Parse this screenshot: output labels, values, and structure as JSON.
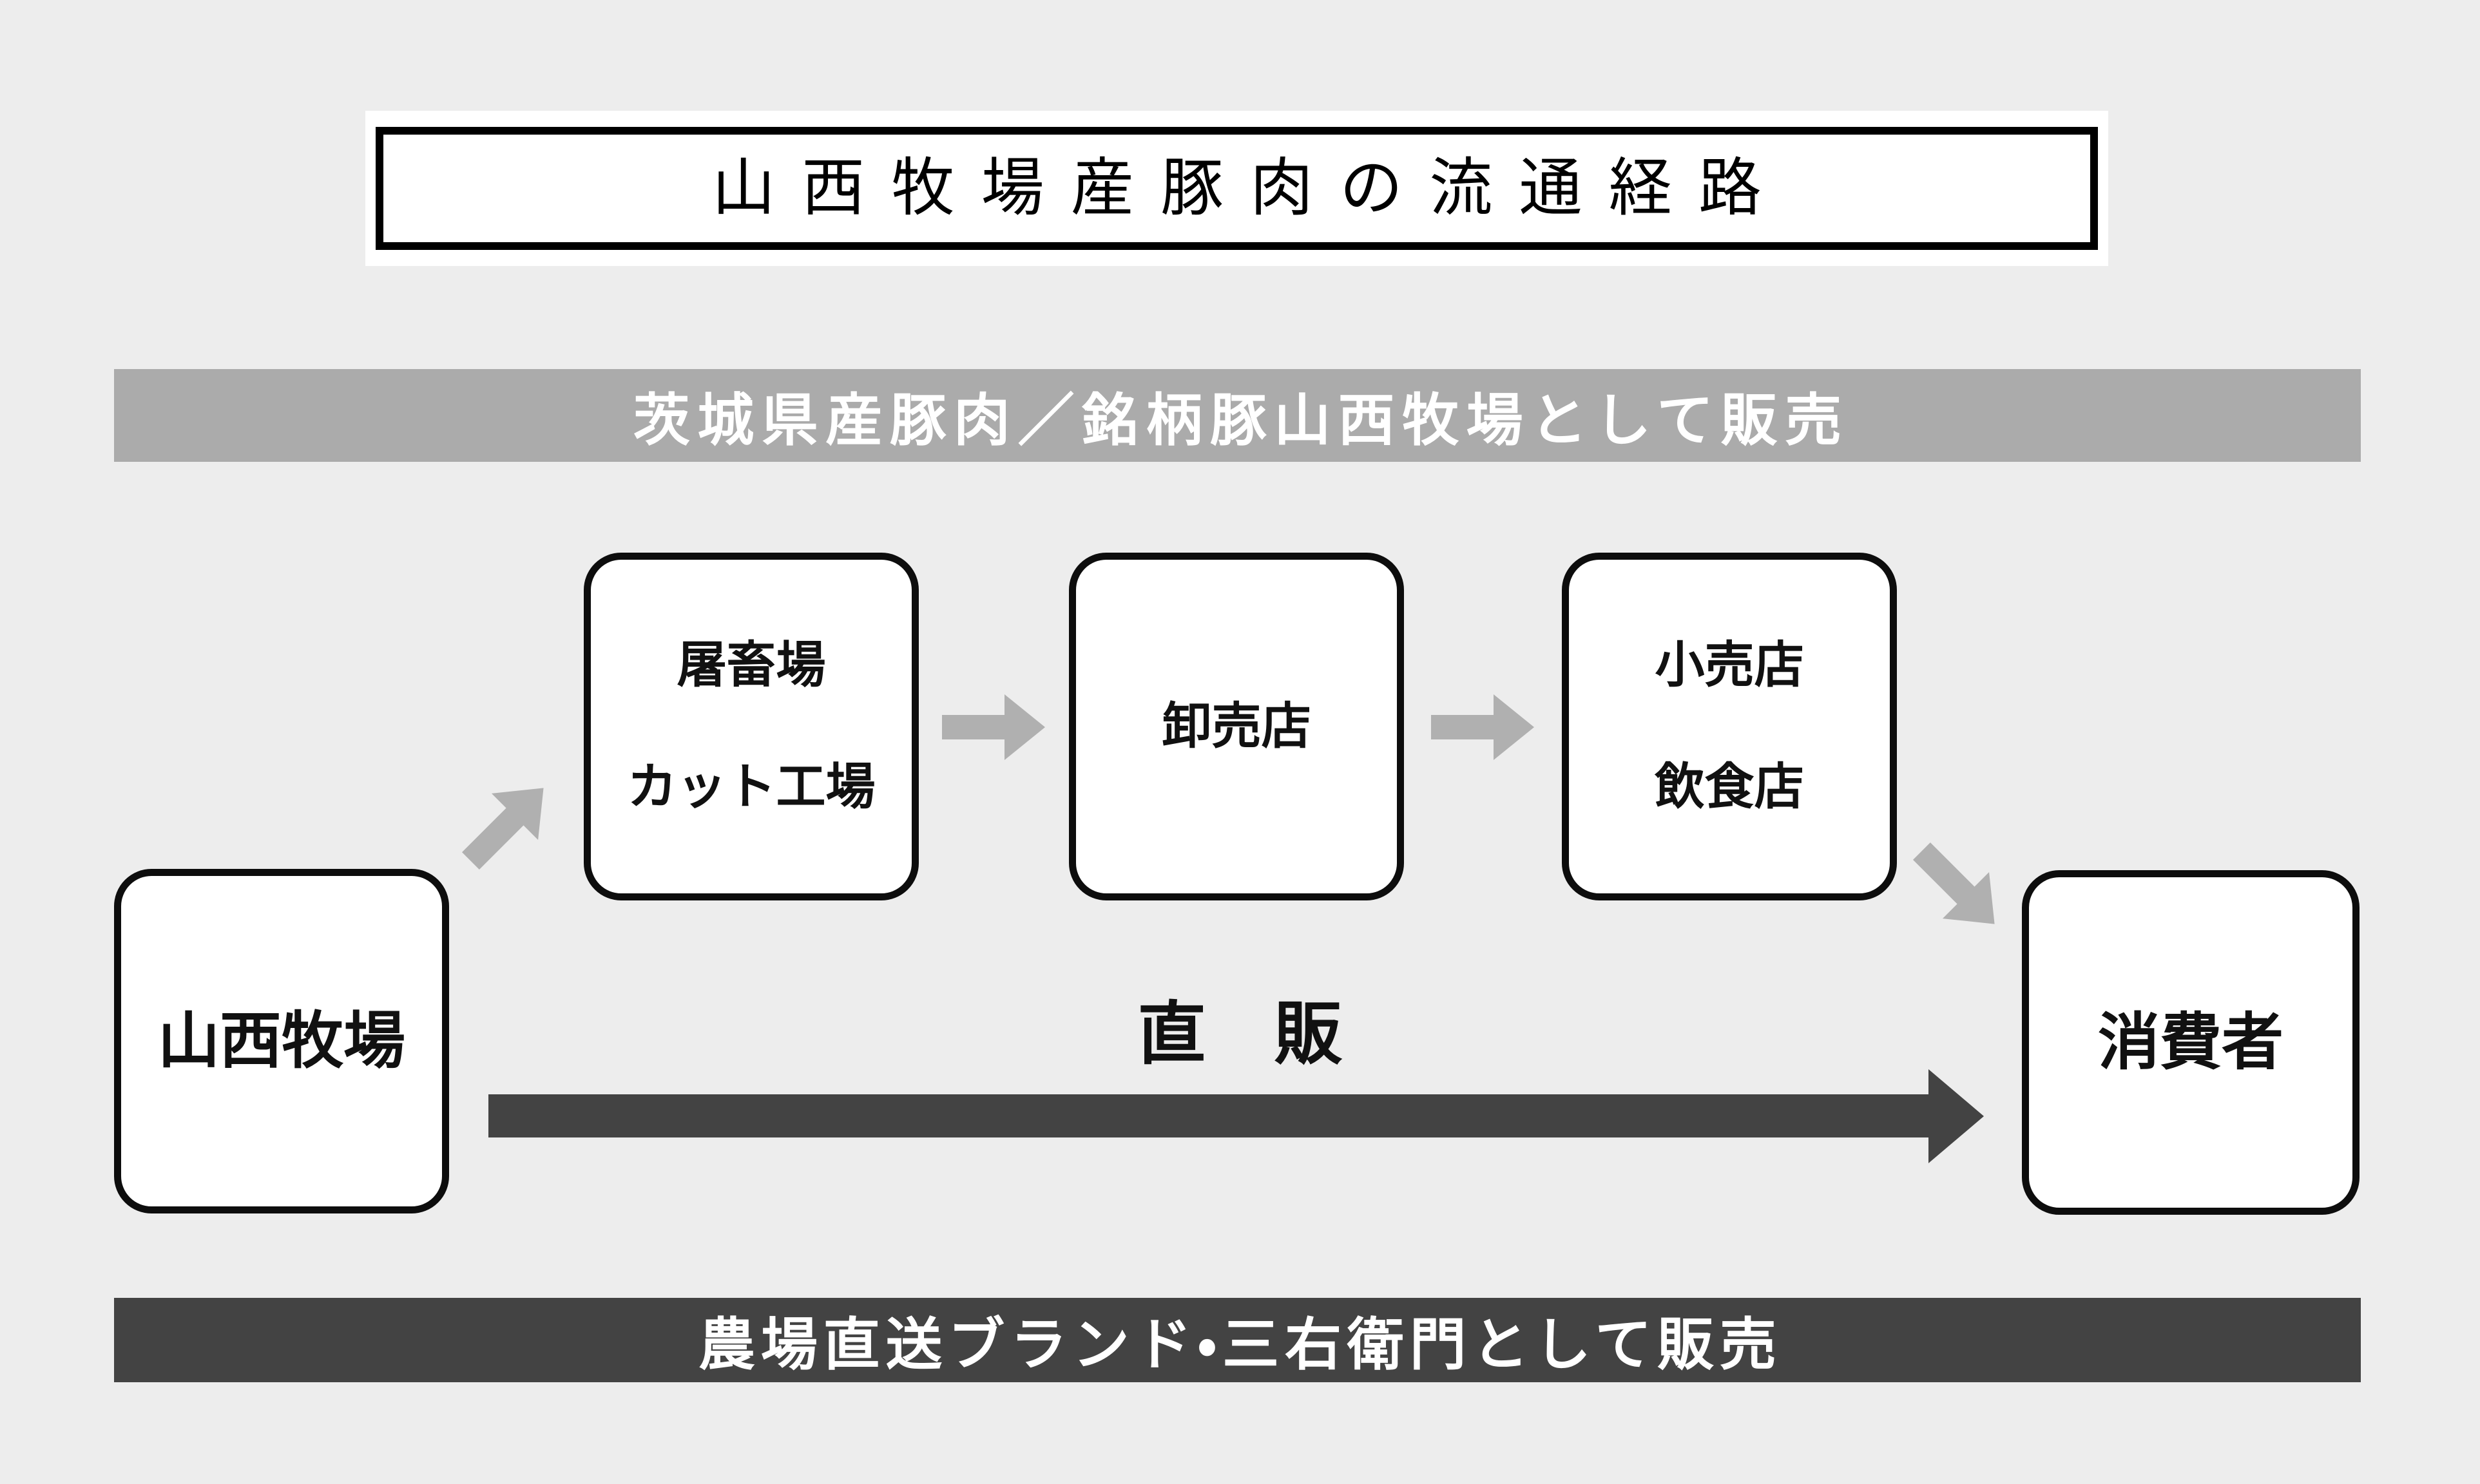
{
  "title": {
    "text": "山西牧場産豚肉の流通経路"
  },
  "banners": {
    "top": {
      "text": "茨城県産豚肉／銘柄豚山西牧場として販売",
      "bg": "#ababab"
    },
    "bottom": {
      "text": "農場直送ブランド・三右衛門として販売",
      "bg": "#434343"
    }
  },
  "nodes": {
    "farm": {
      "label": "山西牧場"
    },
    "slaughter": {
      "line1": "屠畜場",
      "line2": "カット工場"
    },
    "wholesale": {
      "label": "卸売店"
    },
    "retail": {
      "line1": "小売店",
      "line2": "飲食店"
    },
    "consumer": {
      "label": "消費者"
    }
  },
  "direct_route": {
    "label": "直　販"
  },
  "colors": {
    "background": "#ededed",
    "banner_gray": "#ababab",
    "arrow_gray": "#b0b0b0",
    "dark": "#434343",
    "box_border": "#0d0d0d"
  }
}
